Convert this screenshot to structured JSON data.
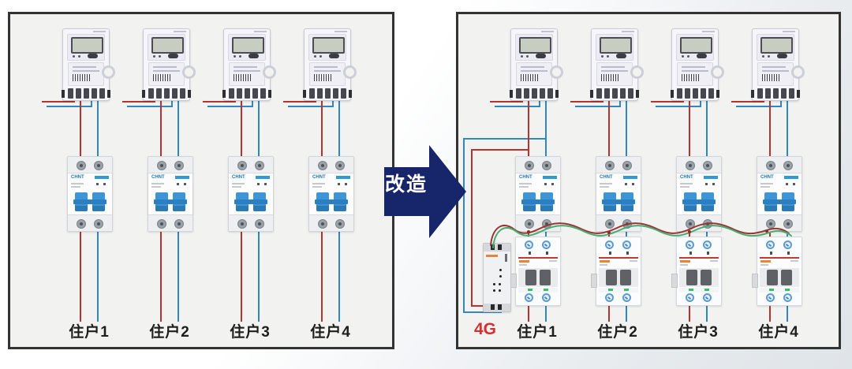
{
  "arrow": {
    "label": "改造",
    "color": "#17266b",
    "text_color": "#ffffff"
  },
  "brands": {
    "breaker": "CHNT"
  },
  "left_panel": {
    "units": [
      {
        "label": "住户1"
      },
      {
        "label": "住户2"
      },
      {
        "label": "住户3"
      },
      {
        "label": "住户4"
      }
    ]
  },
  "right_panel": {
    "gateway_label": "4G",
    "units": [
      {
        "label": "住户1"
      },
      {
        "label": "住户2"
      },
      {
        "label": "住户3"
      },
      {
        "label": "住户4"
      }
    ]
  },
  "colors": {
    "wire_live": "#b7332d",
    "wire_neutral": "#2f86c2",
    "comm_red": "#9c3430",
    "comm_green": "#43ad74",
    "panel_bg": "#f2f2f1",
    "panel_border": "#333333",
    "breaker_blue": "#3d95d6",
    "lcd_green": "#c7cec1",
    "brand_orange": "#e8833a",
    "gateway_label_color": "#d03030"
  },
  "layout": {
    "unit_offsets": [
      40,
      142,
      244,
      346
    ]
  }
}
